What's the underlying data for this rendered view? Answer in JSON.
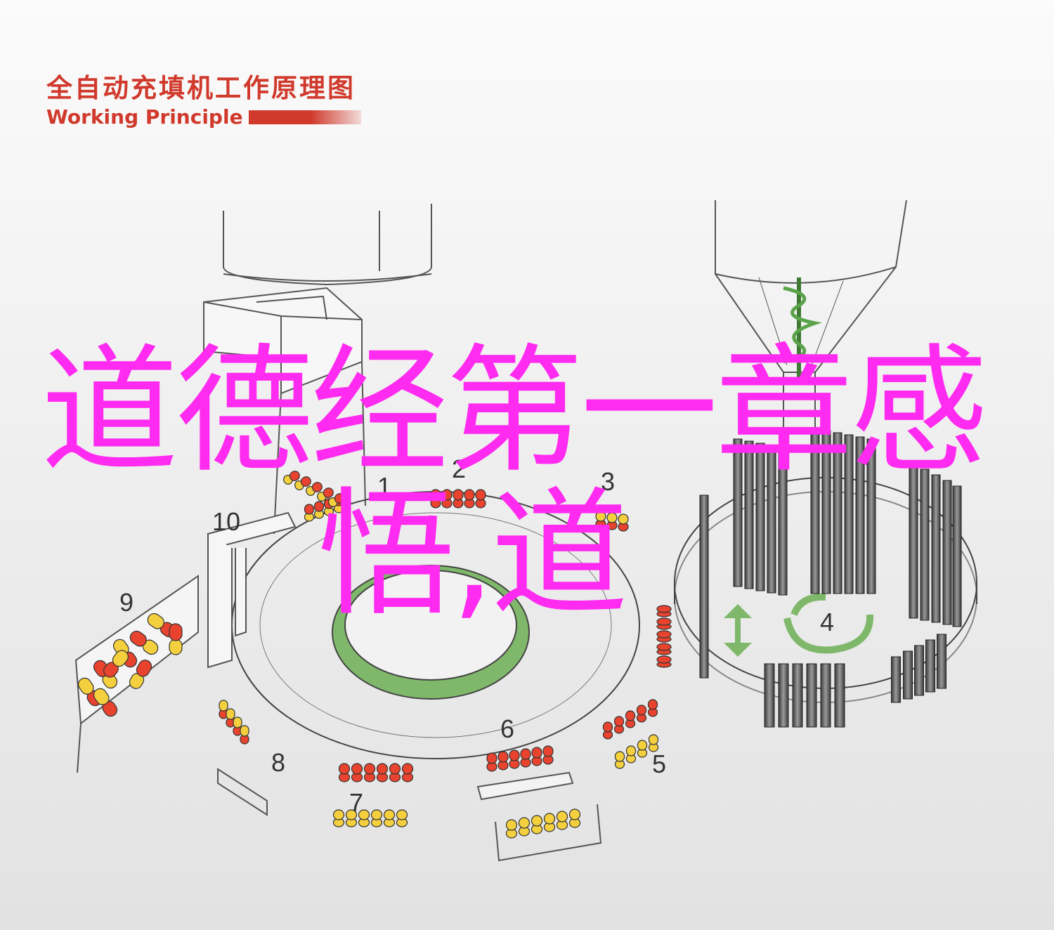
{
  "header": {
    "title_cn": "全自动充填机工作原理图",
    "title_en": "Working Principle"
  },
  "overlay_text": {
    "line1": "道德经第一章感",
    "line2": "悟,道"
  },
  "callouts": {
    "n1": "1",
    "n2": "2",
    "n3": "3",
    "n4": "4",
    "n5": "5",
    "n6": "6",
    "n7": "7",
    "n8": "8",
    "n9": "9",
    "n10": "10"
  },
  "colors": {
    "header_red": "#d0392b",
    "overlay_magenta": "#ff2bf0",
    "capsule_red": "#e8432e",
    "capsule_yellow": "#f4d03f",
    "ring_green": "#7fb86a",
    "machine_gray": "#555555"
  }
}
